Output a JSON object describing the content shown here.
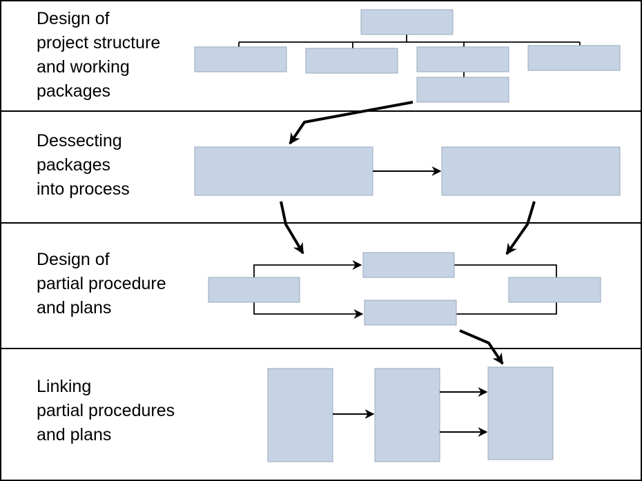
{
  "stages": [
    {
      "id": "stage-1",
      "lines": [
        "Design of",
        "project structure",
        "and working",
        "packages"
      ]
    },
    {
      "id": "stage-2",
      "lines": [
        "Dessecting",
        "packages",
        "into process"
      ]
    },
    {
      "id": "stage-3",
      "lines": [
        "Design of",
        "partial procedure",
        "and plans"
      ]
    },
    {
      "id": "stage-4",
      "lines": [
        "Linking",
        "partial procedures",
        "and plans"
      ]
    }
  ],
  "colors": {
    "box_fill": "#c5d3e4",
    "box_stroke": "#9aa8bb",
    "line": "#000000",
    "background": "#ffffff"
  }
}
